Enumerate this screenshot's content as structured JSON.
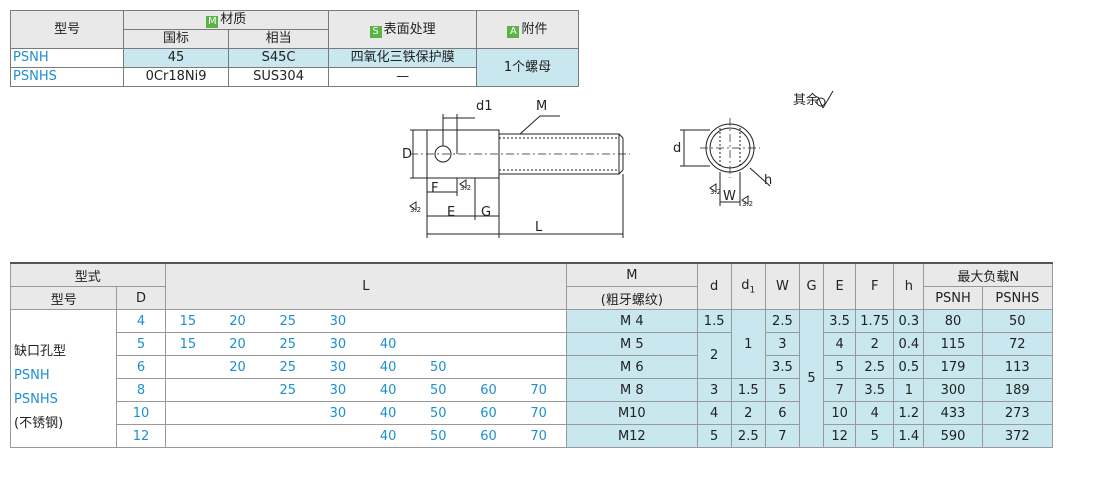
{
  "spec_table": {
    "headers": {
      "model": "型号",
      "material_tag": "M",
      "material": "材质",
      "surface_tag": "S",
      "surface": "表面处理",
      "accessory_tag": "A",
      "accessory": "附件",
      "gb": "国标",
      "equivalent": "相当"
    },
    "rows": [
      {
        "model": "PSNH",
        "gb": "45",
        "equivalent": "S45C",
        "surface": "四氧化三铁保护膜"
      },
      {
        "model": "PSNHS",
        "gb": "0Cr18Ni9",
        "equivalent": "SUS304",
        "surface": "—"
      }
    ],
    "accessory_value": "1个螺母"
  },
  "drawing": {
    "labels": {
      "d1": "d1",
      "M": "M",
      "D": "D",
      "F": "F",
      "E": "E",
      "G": "G",
      "L": "L",
      "d": "d",
      "h": "h",
      "W": "W"
    },
    "roughness_note": "其余",
    "roughness_small": "3.2"
  },
  "dims_table": {
    "headers": {
      "type_form": "型式",
      "model": "型号",
      "D": "D",
      "L": "L",
      "M": "M",
      "M_sub": "(粗牙螺纹)",
      "d": "d",
      "d1": "d",
      "d1_sub": "1",
      "W": "W",
      "G": "G",
      "E": "E",
      "F": "F",
      "h": "h",
      "max_load": "最大负载N",
      "psnh": "PSNH",
      "psnhs": "PSNHS"
    },
    "type_labels": [
      "缺口孔型",
      "PSNH",
      "PSNHS",
      "(不锈钢)"
    ],
    "rows": [
      {
        "D": "4",
        "L": [
          "15",
          "20",
          "25",
          "30",
          "",
          "",
          "",
          ""
        ],
        "M": "M 4",
        "d": "1.5",
        "d1": "",
        "W": "2.5",
        "E": "3.5",
        "F": "1.75",
        "h": "0.3",
        "psnh": "80",
        "psnhs": "50"
      },
      {
        "D": "5",
        "L": [
          "15",
          "20",
          "25",
          "30",
          "40",
          "",
          "",
          ""
        ],
        "M": "M 5",
        "d": "2",
        "d1": "1",
        "W": "3",
        "E": "4",
        "F": "2",
        "h": "0.4",
        "psnh": "115",
        "psnhs": "72"
      },
      {
        "D": "6",
        "L": [
          "",
          "20",
          "25",
          "30",
          "40",
          "50",
          "",
          ""
        ],
        "M": "M 6",
        "d": "",
        "d1": "",
        "W": "3.5",
        "E": "5",
        "F": "2.5",
        "h": "0.5",
        "psnh": "179",
        "psnhs": "113"
      },
      {
        "D": "8",
        "L": [
          "",
          "",
          "25",
          "30",
          "40",
          "50",
          "60",
          "70"
        ],
        "M": "M 8",
        "d": "3",
        "d1": "1.5",
        "W": "5",
        "E": "7",
        "F": "3.5",
        "h": "1",
        "psnh": "300",
        "psnhs": "189"
      },
      {
        "D": "10",
        "L": [
          "",
          "",
          "",
          "30",
          "40",
          "50",
          "60",
          "70"
        ],
        "M": "M10",
        "d": "4",
        "d1": "2",
        "W": "6",
        "E": "10",
        "F": "4",
        "h": "1.2",
        "psnh": "433",
        "psnhs": "273"
      },
      {
        "D": "12",
        "L": [
          "",
          "",
          "",
          "",
          "40",
          "50",
          "60",
          "70"
        ],
        "M": "M12",
        "d": "5",
        "d1": "2.5",
        "W": "7",
        "E": "12",
        "F": "5",
        "h": "1.4",
        "psnh": "590",
        "psnhs": "372"
      }
    ],
    "G_value": "5"
  }
}
